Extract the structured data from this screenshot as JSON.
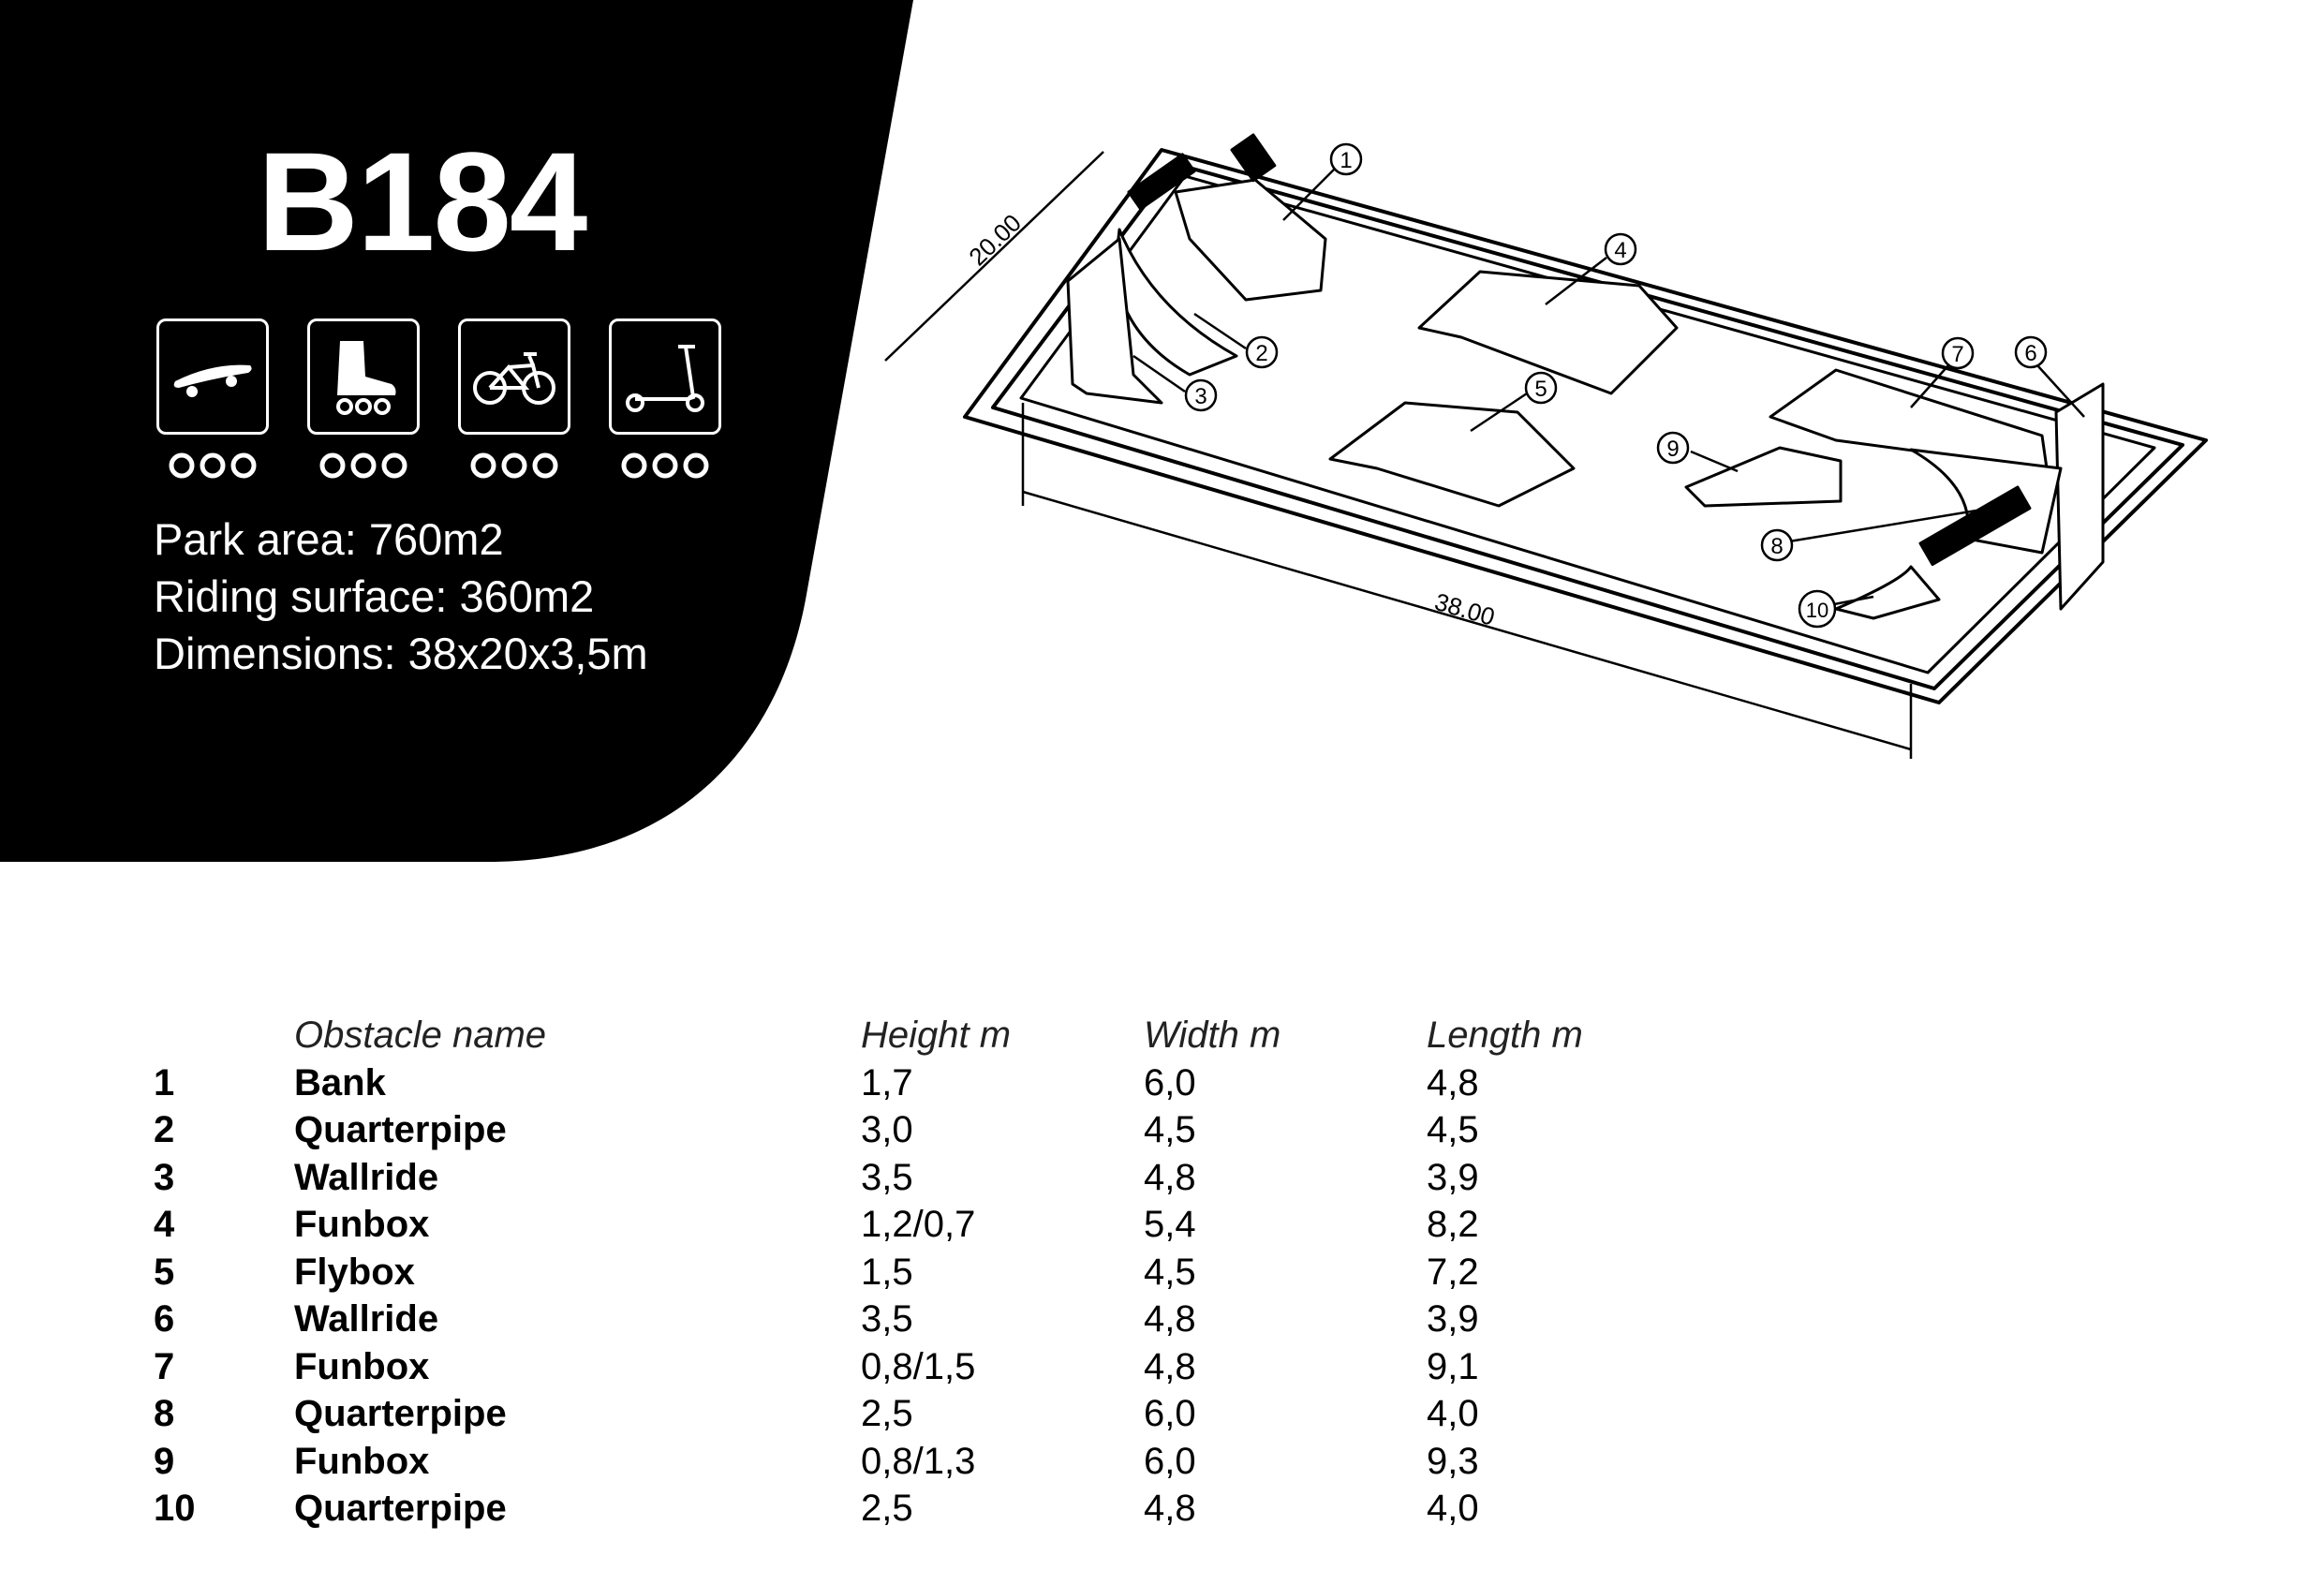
{
  "product": {
    "code": "B184"
  },
  "disciplines": [
    {
      "name": "skateboard-icon",
      "level": 3
    },
    {
      "name": "inline-skate-icon",
      "level": 3
    },
    {
      "name": "bmx-bike-icon",
      "level": 3
    },
    {
      "name": "scooter-icon",
      "level": 3
    }
  ],
  "specs": {
    "park_area": "Park area: 760m2",
    "riding_surface": "Riding surface: 360m2",
    "dimensions": "Dimensions: 38x20x3,5m"
  },
  "drawing": {
    "dim_width": "20.00",
    "dim_length": "38.00",
    "callouts": [
      "1",
      "2",
      "3",
      "4",
      "5",
      "6",
      "7",
      "8",
      "9",
      "10"
    ]
  },
  "table": {
    "headers": {
      "name": "Obstacle name",
      "height": "Height m",
      "width": "Width m",
      "length": "Length m"
    },
    "rows": [
      {
        "num": "1",
        "name": "Bank",
        "height": "1,7",
        "width": "6,0",
        "length": "4,8"
      },
      {
        "num": "2",
        "name": "Quarterpipe",
        "height": "3,0",
        "width": "4,5",
        "length": "4,5"
      },
      {
        "num": "3",
        "name": "Wallride",
        "height": "3,5",
        "width": "4,8",
        "length": "3,9"
      },
      {
        "num": "4",
        "name": "Funbox",
        "height": "1,2/0,7",
        "width": "5,4",
        "length": "8,2"
      },
      {
        "num": "5",
        "name": "Flybox",
        "height": "1,5",
        "width": "4,5",
        "length": "7,2"
      },
      {
        "num": "6",
        "name": "Wallride",
        "height": "3,5",
        "width": "4,8",
        "length": "3,9"
      },
      {
        "num": "7",
        "name": "Funbox",
        "height": "0,8/1,5",
        "width": "4,8",
        "length": "9,1"
      },
      {
        "num": "8",
        "name": "Quarterpipe",
        "height": "2,5",
        "width": "6,0",
        "length": "4,0"
      },
      {
        "num": "9",
        "name": "Funbox",
        "height": "0,8/1,3",
        "width": "6,0",
        "length": "9,3"
      },
      {
        "num": "10",
        "name": "Quarterpipe",
        "height": "2,5",
        "width": "4,8",
        "length": "4,0"
      }
    ]
  }
}
